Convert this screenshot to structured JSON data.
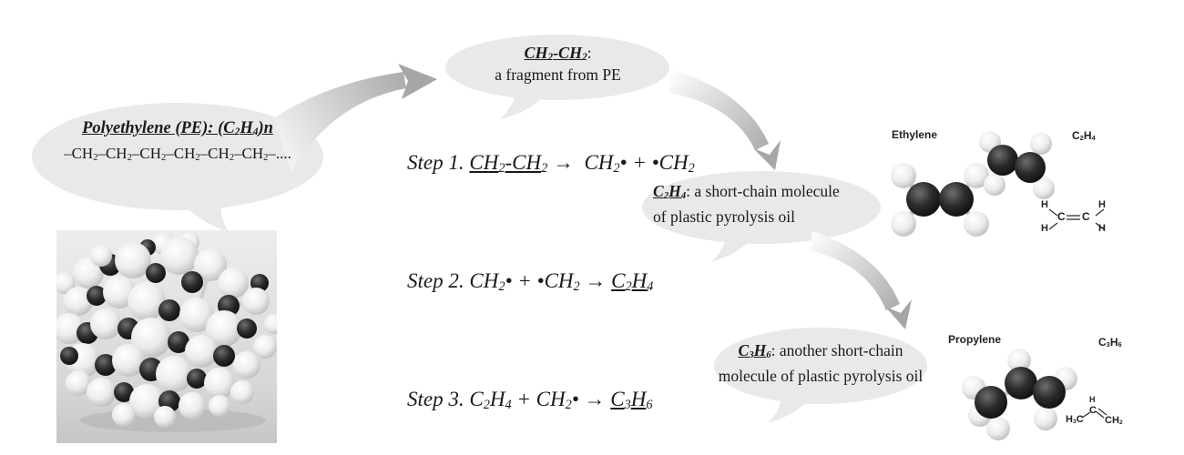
{
  "figure": {
    "background_color": "#ffffff",
    "bubble_fill": "#e9e9e9",
    "arrow_gray": "#a6a6a6",
    "text_color": "#1a1a1a"
  },
  "pe_bubble": {
    "title": "Polyethylene (PE): (C_{2}H_{4})n",
    "chain": "–CH_{2}–CH_{2}–CH_{2}–CH_{2}–CH_{2}–CH_{2}–...."
  },
  "fragment_bubble": {
    "formula": "CH_{2}-CH_{2}",
    "colon": ":",
    "caption": "a fragment from PE"
  },
  "ethylene_bubble": {
    "formula": "C_{2}H_{4}",
    "after": ": a short-chain molecule",
    "line2": "of plastic pyrolysis oil"
  },
  "propylene_bubble": {
    "formula": "C_{3}H_{6}",
    "after": ": another short-chain",
    "line2": "molecule of plastic pyrolysis oil"
  },
  "steps": [
    {
      "pre": "Step 1. ",
      "underlined": "CH_{2}-CH_{2}",
      "post": " →  CH_{2}• + •CH_{2}"
    },
    {
      "pre": "Step 2. CH_{2}• + •CH_{2} → ",
      "underlined": "C_{2}H_{4}",
      "post": ""
    },
    {
      "pre": "Step 3. C_{2}H_{4} + CH_{2}• → ",
      "underlined": "C_{3}H_{6}",
      "post": ""
    }
  ],
  "ethylene_panel": {
    "name": "Ethylene",
    "formula": "C_{2}H_{4}"
  },
  "propylene_panel": {
    "name": "Propylene",
    "formula": "C_{3}H_{6}"
  },
  "ethylene_structure": {
    "h_top_left": "H",
    "h_top_right": "H",
    "c_left": "C",
    "c_right": "C",
    "h_bottom_left": "H",
    "h_bottom_right": "H"
  },
  "propylene_structure": {
    "h3c": "H_{3}C",
    "h": "H",
    "c": "C",
    "ch2": "CH_{2}"
  }
}
